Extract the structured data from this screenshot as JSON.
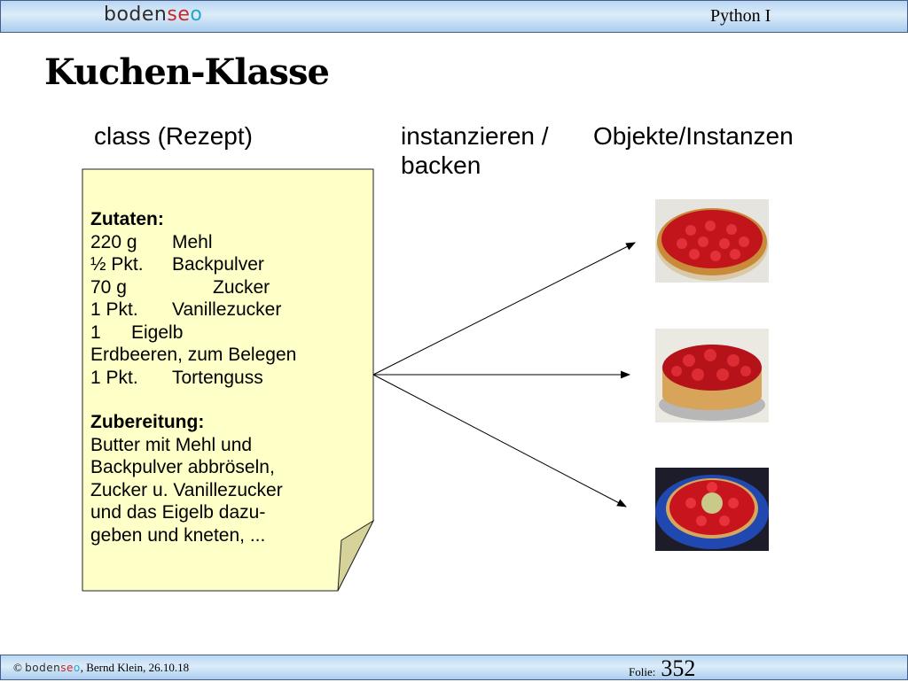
{
  "header": {
    "logo": {
      "part1": "boden",
      "part2": "se",
      "part3": "o"
    },
    "course": "Python I"
  },
  "title": "Kuchen-Klasse",
  "columns": {
    "class": "class (Rezept)",
    "instantiate_line1": "instanzieren /",
    "instantiate_line2": "backen",
    "objects": "Objekte/Instanzen"
  },
  "recipe": {
    "ingredients_heading": "Zutaten:",
    "ingredients": [
      {
        "qty": "220 g",
        "item": "Mehl"
      },
      {
        "qty": "½ Pkt.",
        "item": "Backpulver"
      },
      {
        "qty": "70 g",
        "item": "Zucker"
      },
      {
        "qty": "1 Pkt.",
        "item": "Vanillezucker"
      },
      {
        "qty": "1",
        "item": "Eigelb"
      },
      {
        "qty": "Erdbeeren, zum Belegen",
        "item": ""
      },
      {
        "qty": "1 Pkt.",
        "item": "Tortenguss"
      }
    ],
    "preparation_heading": "Zubereitung:",
    "preparation": [
      "Butter mit Mehl und",
      "Backpulver abbröseln,",
      "Zucker u. Vanillezucker",
      "und das Eigelb dazu-",
      "geben und kneten, ..."
    ]
  },
  "footer": {
    "copyright": "©",
    "logo": {
      "part1": "boden",
      "part2": "se",
      "part3": "o"
    },
    "credit": ", Bernd Klein, 26.10.18",
    "slide_label": "Folie:",
    "slide_number": "352"
  },
  "colors": {
    "bar_border": "#4a5a8a",
    "note_fill": "#ffffc8",
    "note_fold": "#d6d39a",
    "logo_red": "#c62828",
    "logo_blue": "#23a7c9"
  }
}
